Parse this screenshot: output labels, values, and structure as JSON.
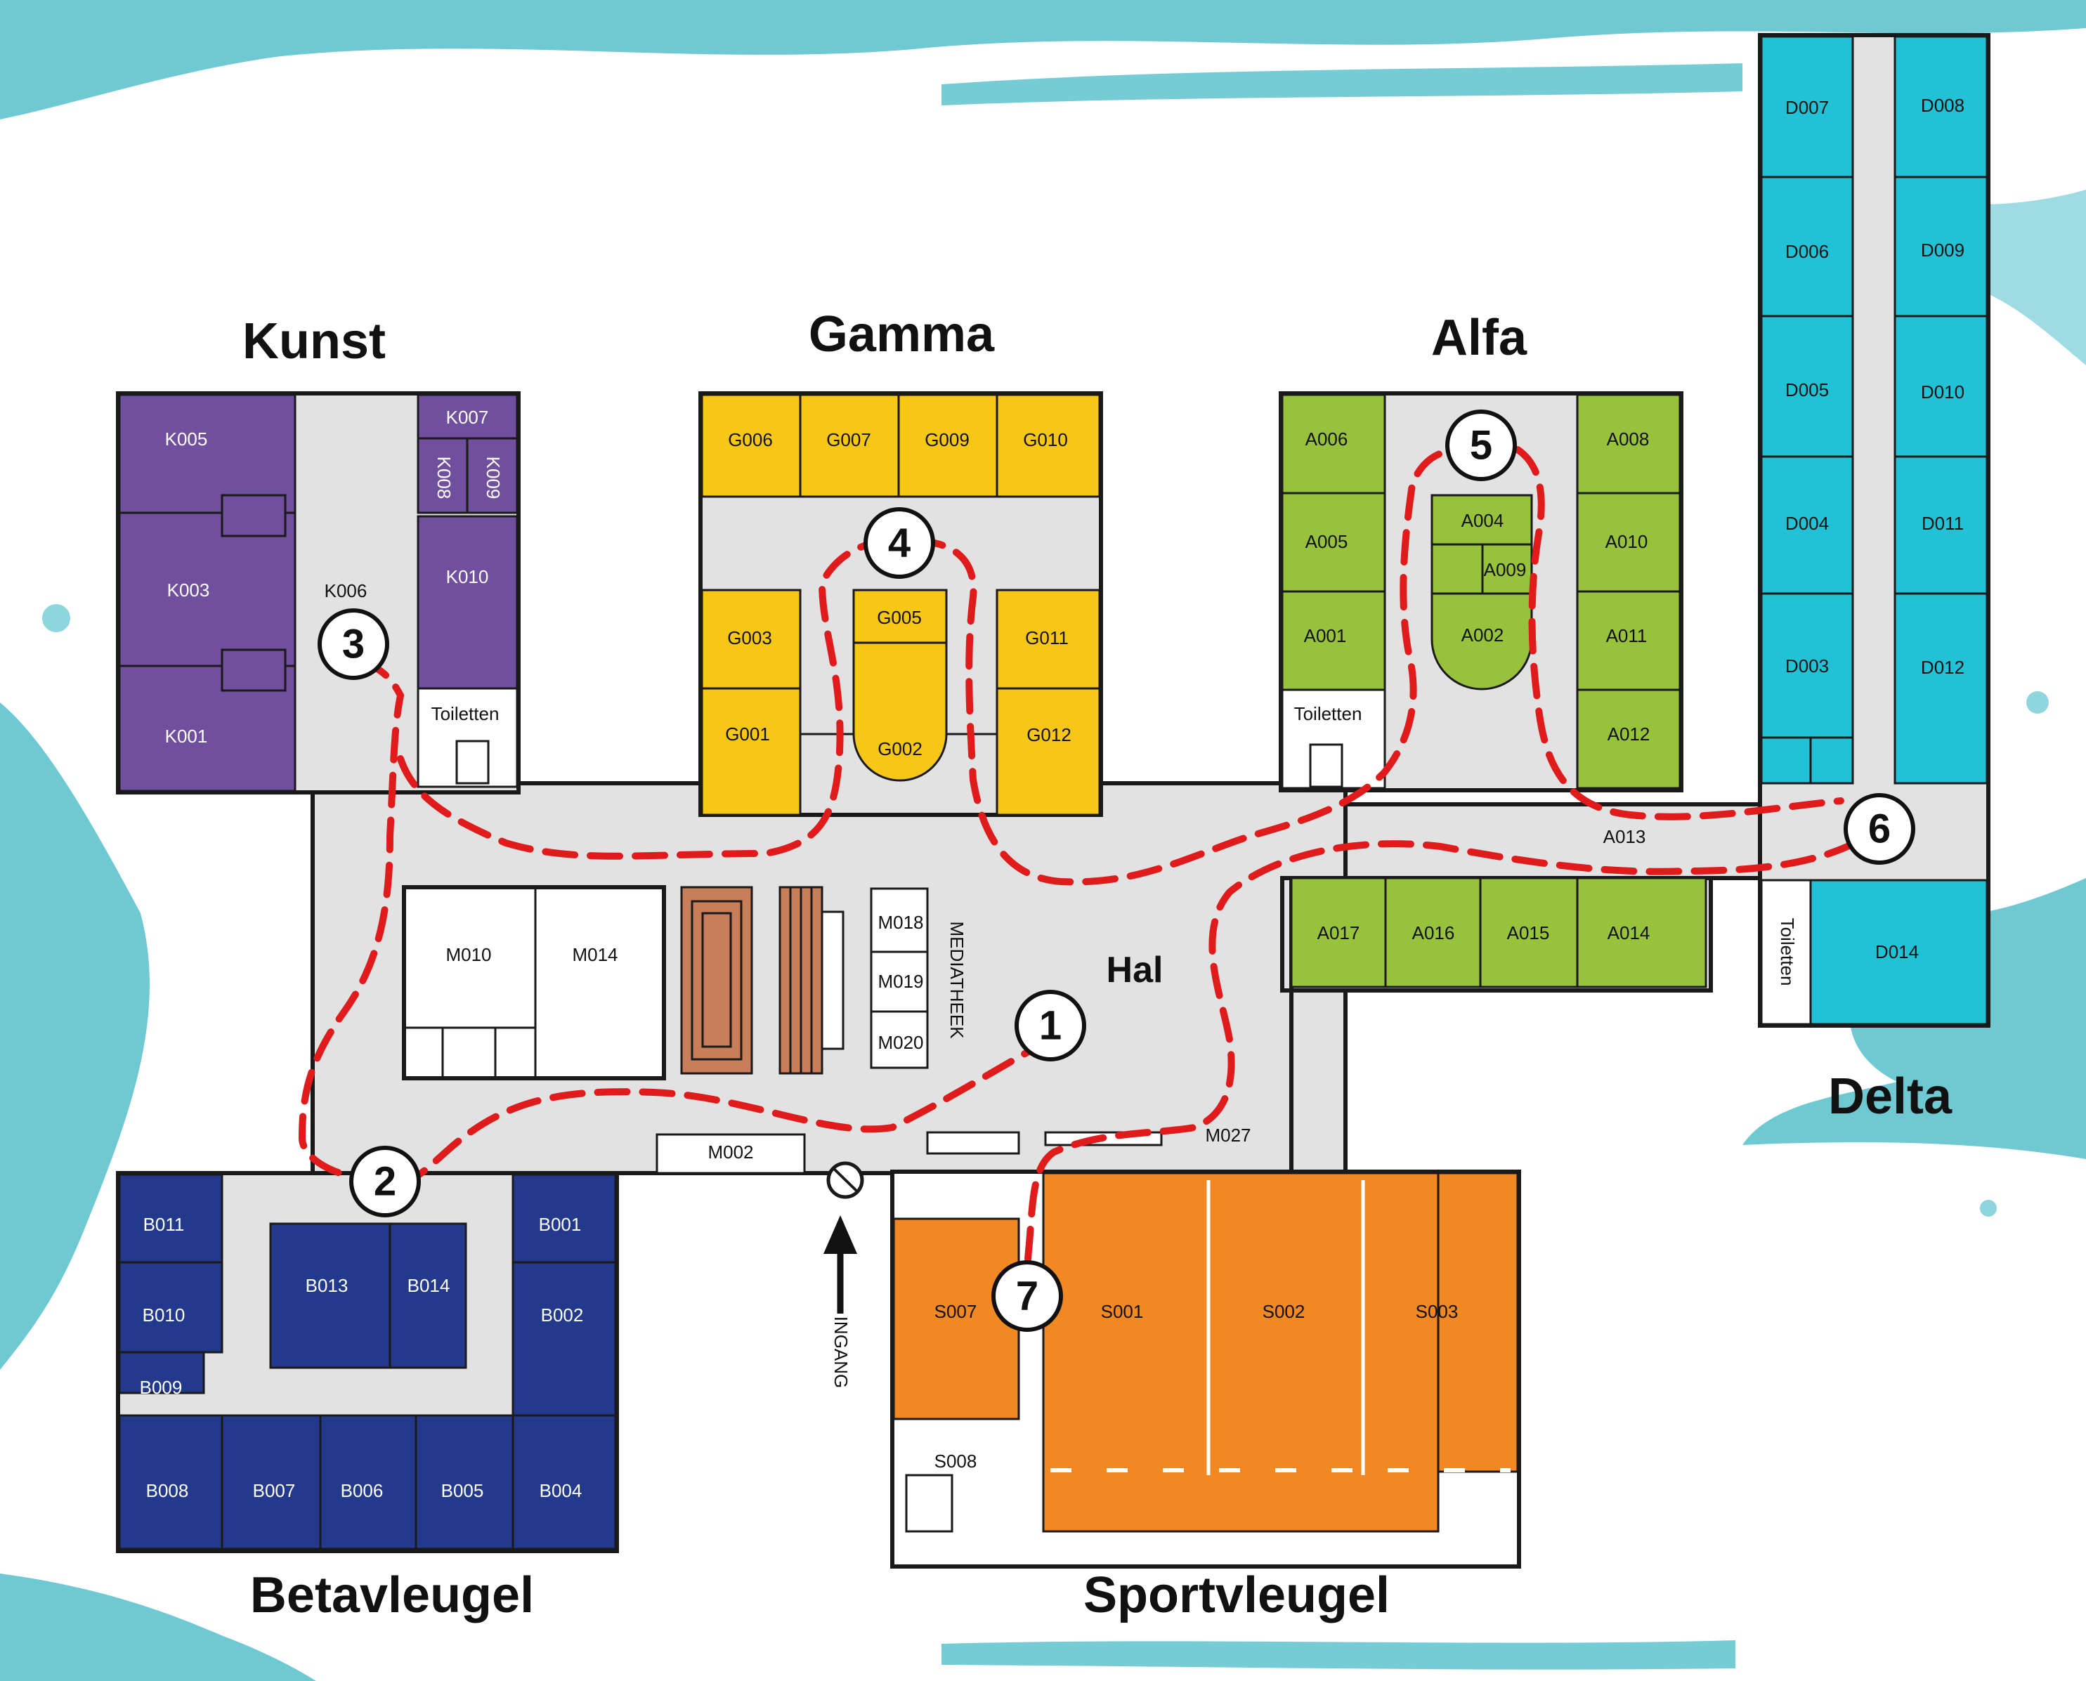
{
  "colors": {
    "kunst": "#6f4f9e",
    "gamma": "#f7c718",
    "alfa": "#97c23c",
    "delta": "#22c2d6",
    "beta": "#233a8c",
    "sport": "#f18822",
    "corridor": "#e2e2e2",
    "white_room": "#ffffff",
    "route": "#e01b1b",
    "splash": "#5ec3ce"
  },
  "wings": {
    "kunst": "Kunst",
    "gamma": "Gamma",
    "alfa": "Alfa",
    "delta": "Delta",
    "beta": "Betavleugel",
    "sport": "Sportvleugel",
    "hal": "Hal"
  },
  "rooms": {
    "K005": "K005",
    "K007": "K007",
    "K008": "K008",
    "K009": "K009",
    "K003": "K003",
    "K006": "K006",
    "K010": "K010",
    "K001": "K001",
    "G006": "G006",
    "G007": "G007",
    "G009": "G009",
    "G010": "G010",
    "G003": "G003",
    "G005": "G005",
    "G011": "G011",
    "G001": "G001",
    "G002": "G002",
    "G012": "G012",
    "A006": "A006",
    "A008": "A008",
    "A005": "A005",
    "A004": "A004",
    "A009": "A009",
    "A010": "A010",
    "A001": "A001",
    "A002": "A002",
    "A011": "A011",
    "A012": "A012",
    "A013": "A013",
    "A017": "A017",
    "A016": "A016",
    "A015": "A015",
    "A014": "A014",
    "D007": "D007",
    "D008": "D008",
    "D006": "D006",
    "D009": "D009",
    "D005": "D005",
    "D010": "D010",
    "D004": "D004",
    "D011": "D011",
    "D003": "D003",
    "D012": "D012",
    "D014": "D014",
    "M010": "M010",
    "M014": "M014",
    "M018": "M018",
    "M019": "M019",
    "M020": "M020",
    "M002": "M002",
    "M027": "M027",
    "B011": "B011",
    "B001": "B001",
    "B013": "B013",
    "B014": "B014",
    "B010": "B010",
    "B002": "B002",
    "B009": "B009",
    "B008": "B008",
    "B007": "B007",
    "B006": "B006",
    "B005": "B005",
    "B004": "B004",
    "S007": "S007",
    "S001": "S001",
    "S002": "S002",
    "S003": "S003",
    "S008": "S008"
  },
  "labels": {
    "toiletten": "Toiletten",
    "mediatheek": "MEDIATHEEK",
    "ingang": "INGANG"
  },
  "route_markers": [
    "1",
    "2",
    "3",
    "4",
    "5",
    "6",
    "7"
  ]
}
